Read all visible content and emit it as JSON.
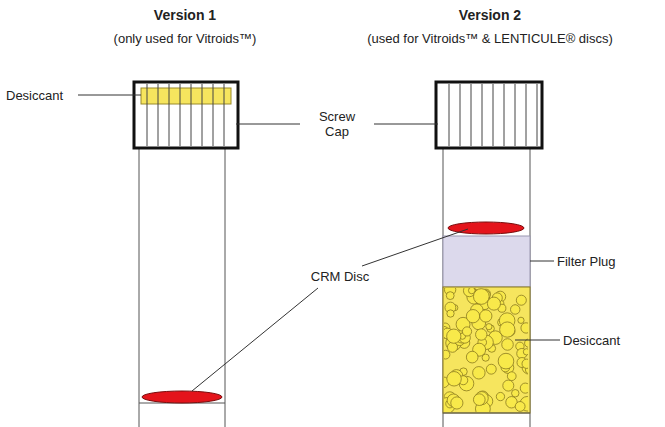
{
  "diagram": {
    "labels": [
      "Version 1",
      "(only used for Vitroids™)",
      "Version 2",
      "(used for Vitroids™ & LENTICULE® discs)",
      "Desiccant",
      "Screw Cap",
      "Filter Plug",
      "Desiccant",
      "CRM Disc"
    ]
  }
}
